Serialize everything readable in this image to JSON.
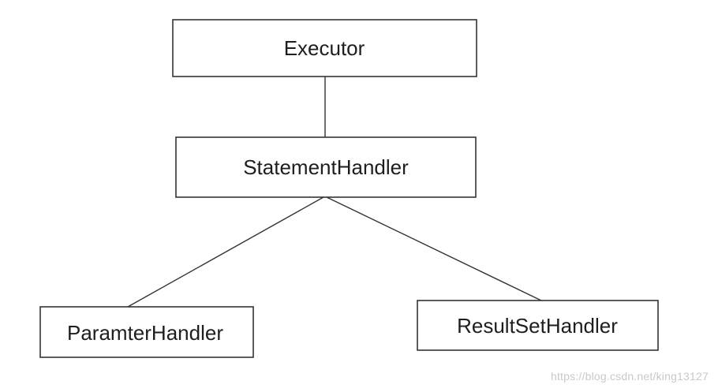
{
  "nodes": {
    "executor": {
      "label": "Executor"
    },
    "statement_handler": {
      "label": "StatementHandler"
    },
    "parameter_handler": {
      "label": "ParamterHandler"
    },
    "result_set_handler": {
      "label": "ResultSetHandler"
    }
  },
  "edges": [
    {
      "from": "executor",
      "to": "statement_handler"
    },
    {
      "from": "statement_handler",
      "to": "parameter_handler"
    },
    {
      "from": "statement_handler",
      "to": "result_set_handler"
    }
  ],
  "colors": {
    "box_stroke": "#333333",
    "text": "#1e1e1e",
    "watermark": "#c9c9c9"
  },
  "watermark": "https://blog.csdn.net/king13127"
}
